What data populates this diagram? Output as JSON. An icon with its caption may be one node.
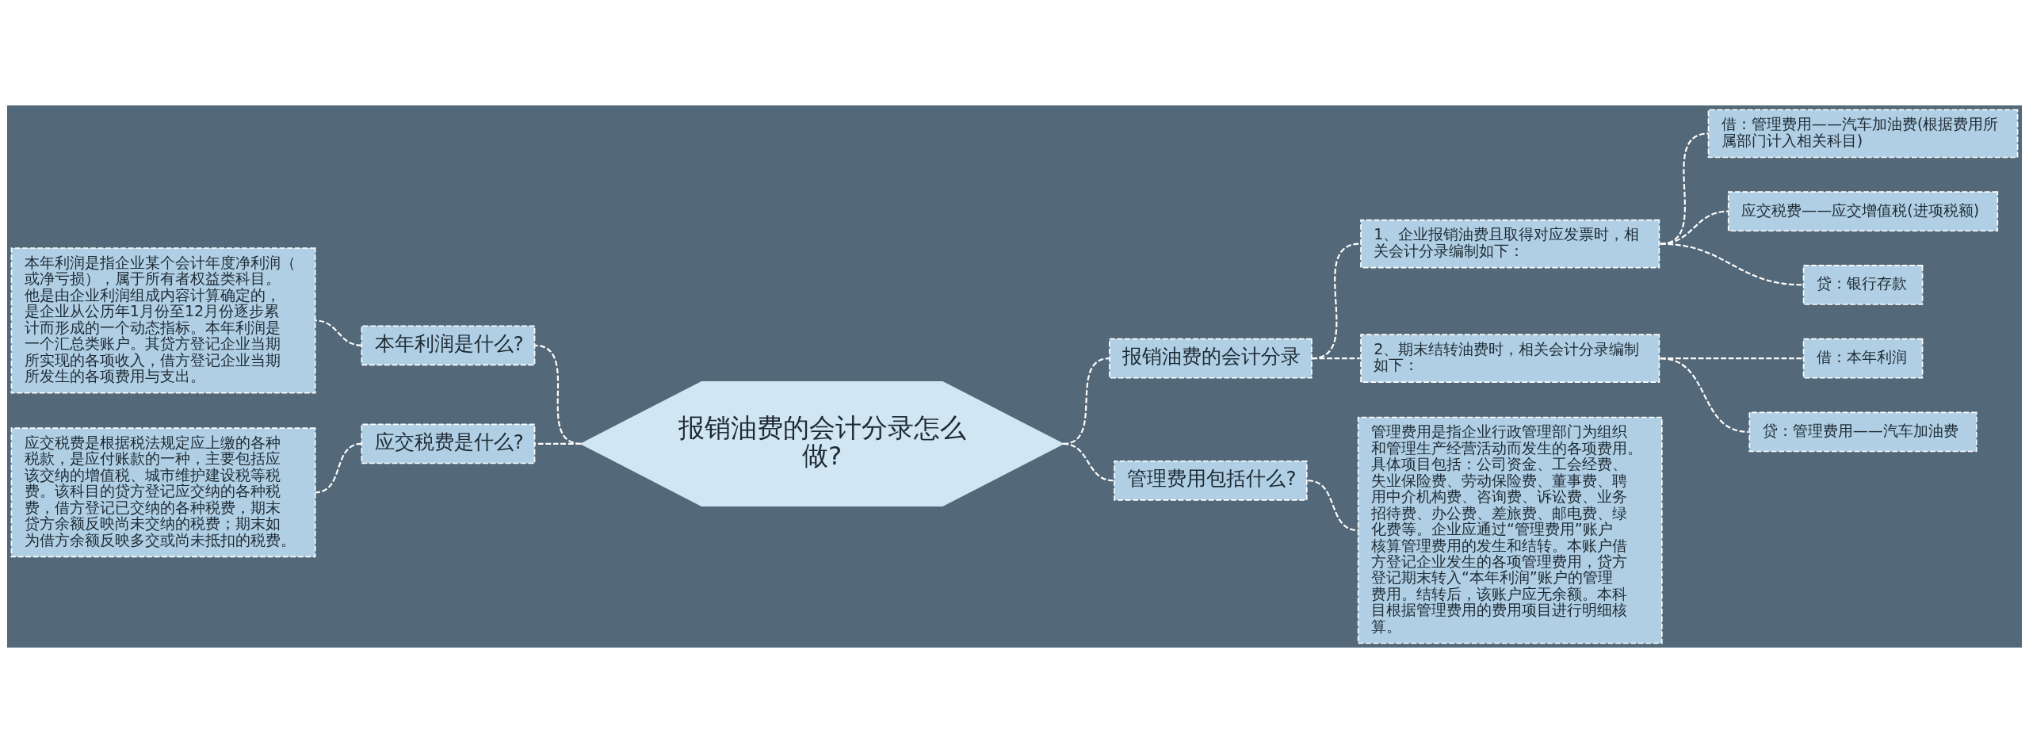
{
  "diagram": {
    "nodes": [
      {
        "text": [
          "报销油费的会计分录怎么做?"
        ]
      },
      {
        "text": [
          "本年利润是什么?"
        ]
      },
      {
        "text": [
          "本年利润是指企业某个会计年度净利润（或净亏损），属于所有者权益类科目。他是由企业利润组成内容计算确定的，是企业从公历年1月份至12月份逐步累计而形成的一个动态指标。本年利润是一个汇总类账户。其贷方登记企业当期所实现的各项收入，借方登记企业当期所发生的各项费用与支出。"
        ]
      },
      {
        "text": [
          "应交税费是什么?"
        ]
      },
      {
        "text": [
          "应交税费是根据税法规定应上缴的各种税款，是应付账款的一种，主要包括应该交纳的增值税、城市维护建设税等税费。该科目的贷方登记应交纳的各种税费，借方登记已交纳的各种税费，期末贷方余额反映尚未交纳的税费；期末如为借方余额反映多交或尚未抵扣的税费。"
        ]
      },
      {
        "text": [
          "报销油费的会计分录"
        ]
      },
      {
        "text": [
          "1、企业报销油费且取得对应发票时，相关会计分录编制如下："
        ]
      },
      {
        "text": [
          "借：管理费用——汽车加油费(根据费用所属部门计入相关科目)"
        ]
      },
      {
        "text": [
          "应交税费——应交增值税(进项税额)"
        ]
      },
      {
        "text": [
          "贷：银行存款"
        ]
      },
      {
        "text": [
          "2、期末结转油费时，相关会计分录编制如下："
        ]
      },
      {
        "text": [
          "借：本年利润"
        ]
      },
      {
        "text": [
          "贷：管理费用——汽车加油费"
        ]
      },
      {
        "text": [
          "管理费用包括什么?"
        ]
      },
      {
        "text": [
          "管理费用是指企业行政管理部门为组织和管理生产经营活动而发生的各项费用。具体项目包括：公司资金、工会经费、失业保险费、劳动保险费、董事费、聘用中介机构费、咨询费、诉讼费、业务招待费、办公费、差旅费、邮电费、绿化费等。企业应通过“管理费用”账户核算管理费用的发生和结转。本账户借方登记企业发生的各项管理费用，贷方登记期末转入“本年利润”账户的管理费用。结转后，该账户应无余额。本科目根据管理费用的费用项目进行明细核算。"
        ]
      }
    ],
    "edges": [
      {
        "from": 0,
        "to": 1,
        "arrow": "none",
        "style": "dashed"
      },
      {
        "from": 1,
        "to": 2,
        "arrow": "none",
        "style": "dashed"
      },
      {
        "from": 0,
        "to": 3,
        "arrow": "none",
        "style": "dashed"
      },
      {
        "from": 3,
        "to": 4,
        "arrow": "none",
        "style": "dashed"
      },
      {
        "from": 0,
        "to": 5,
        "arrow": "none",
        "style": "dashed"
      },
      {
        "from": 5,
        "to": 6,
        "arrow": "none",
        "style": "dashed"
      },
      {
        "from": 6,
        "to": 7,
        "arrow": "none",
        "style": "dashed"
      },
      {
        "from": 6,
        "to": 8,
        "arrow": "none",
        "style": "dashed"
      },
      {
        "from": 6,
        "to": 9,
        "arrow": "none",
        "style": "dashed"
      },
      {
        "from": 5,
        "to": 10,
        "arrow": "none",
        "style": "dashed"
      },
      {
        "from": 10,
        "to": 11,
        "arrow": "none",
        "style": "dashed"
      },
      {
        "from": 10,
        "to": 12,
        "arrow": "none",
        "style": "dashed"
      },
      {
        "from": 0,
        "to": 13,
        "arrow": "none",
        "style": "dashed"
      },
      {
        "from": 13,
        "to": 14,
        "arrow": "none",
        "style": "dashed"
      }
    ]
  }
}
